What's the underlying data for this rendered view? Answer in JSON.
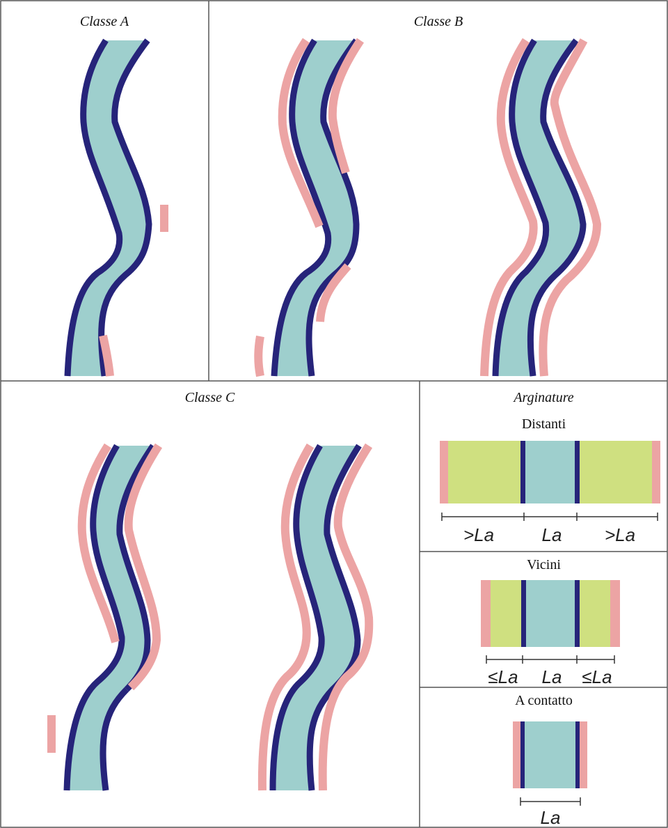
{
  "colors": {
    "water": "#9ecfcd",
    "bank": "#26247a",
    "levee": "#eca4a4",
    "floodplain": "#cfe080",
    "grid": "#555555"
  },
  "panels": {
    "classe_a": {
      "title": "Classe A"
    },
    "classe_b": {
      "title": "Classe B"
    },
    "classe_c": {
      "title": "Classe C"
    },
    "arginature": {
      "title": "Arginature",
      "distanti": {
        "label": "Distanti",
        "dims": [
          ">La",
          "La",
          ">La"
        ]
      },
      "vicini": {
        "label": "Vicini",
        "dims": [
          "≤La",
          "La",
          "≤La"
        ]
      },
      "a_contatto": {
        "label": "A contatto",
        "dims": [
          "La"
        ]
      }
    }
  }
}
